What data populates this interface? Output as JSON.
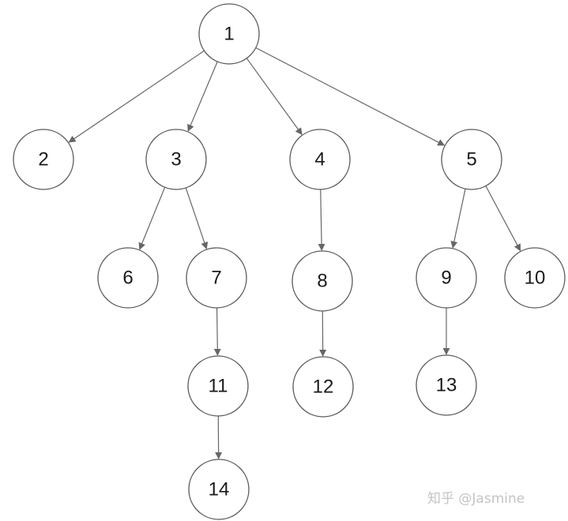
{
  "tree": {
    "nodes": [
      {
        "id": "1",
        "label": "1"
      },
      {
        "id": "2",
        "label": "2"
      },
      {
        "id": "3",
        "label": "3"
      },
      {
        "id": "4",
        "label": "4"
      },
      {
        "id": "5",
        "label": "5"
      },
      {
        "id": "6",
        "label": "6"
      },
      {
        "id": "7",
        "label": "7"
      },
      {
        "id": "8",
        "label": "8"
      },
      {
        "id": "9",
        "label": "9"
      },
      {
        "id": "10",
        "label": "10"
      },
      {
        "id": "11",
        "label": "11"
      },
      {
        "id": "12",
        "label": "12"
      },
      {
        "id": "13",
        "label": "13"
      },
      {
        "id": "14",
        "label": "14"
      }
    ],
    "edges": [
      {
        "from": "1",
        "to": "2"
      },
      {
        "from": "1",
        "to": "3"
      },
      {
        "from": "1",
        "to": "4"
      },
      {
        "from": "1",
        "to": "5"
      },
      {
        "from": "3",
        "to": "6"
      },
      {
        "from": "3",
        "to": "7"
      },
      {
        "from": "4",
        "to": "8"
      },
      {
        "from": "5",
        "to": "9"
      },
      {
        "from": "5",
        "to": "10"
      },
      {
        "from": "7",
        "to": "11"
      },
      {
        "from": "8",
        "to": "12"
      },
      {
        "from": "9",
        "to": "13"
      },
      {
        "from": "11",
        "to": "14"
      }
    ]
  },
  "watermark": "知乎 @Jasmine"
}
